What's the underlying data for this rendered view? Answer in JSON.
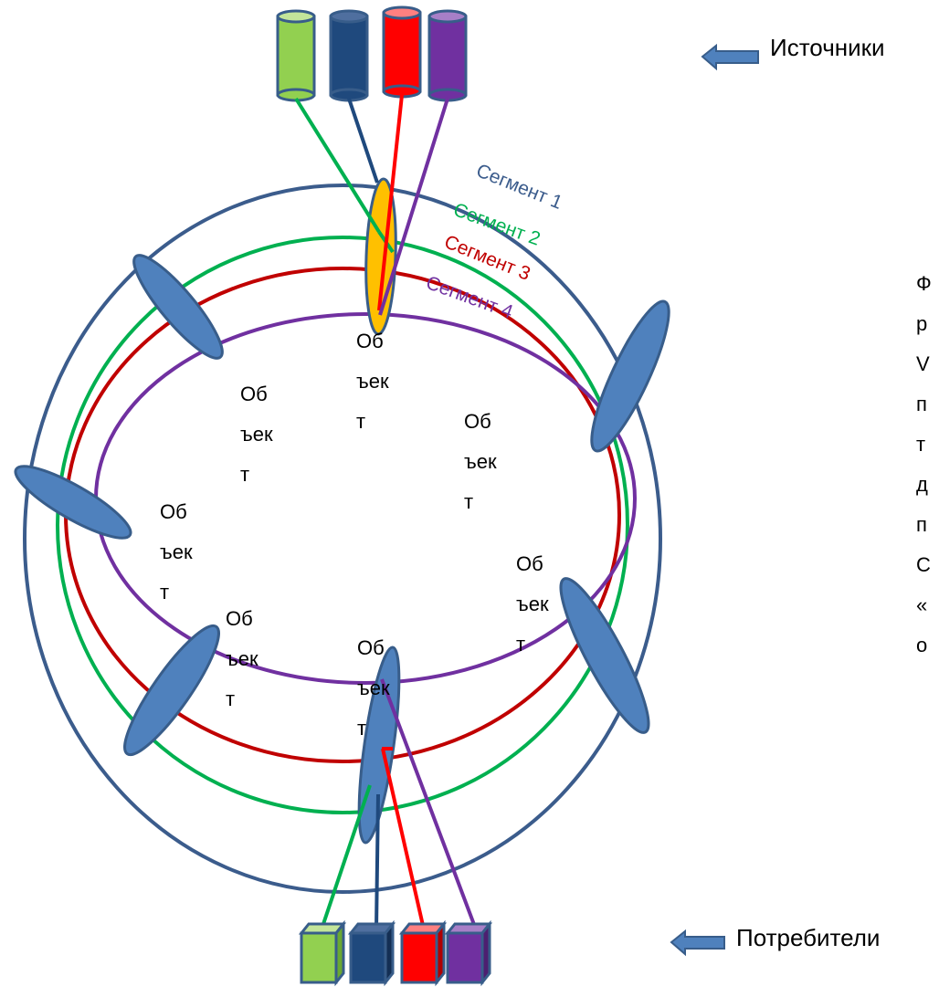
{
  "legend": {
    "sources_label": "Источники",
    "consumers_label": "Потребители"
  },
  "segments": [
    {
      "label": "Сегмент 1",
      "color": "#3b5c8c"
    },
    {
      "label": "Сегмент 2",
      "color": "#00b050"
    },
    {
      "label": "Сегмент 3",
      "color": "#c00000"
    },
    {
      "label": "Сегмент 4",
      "color": "#7030a0"
    }
  ],
  "object_label": [
    "Об",
    "ъек",
    "т"
  ],
  "side_text_fragments": [
    "Ф",
    "р",
    "V",
    "п",
    "т",
    "д",
    "п",
    "С",
    "«",
    "о"
  ],
  "colors": {
    "source_green": "#92d050",
    "source_blue": "#1f497d",
    "source_red": "#ff0000",
    "source_purple": "#7030a0",
    "ellipse_fill": "#4f81bd",
    "ellipse_stroke": "#385d8a",
    "highlight_ellipse": "#ffc000",
    "arrow_fill": "#4f81bd"
  }
}
